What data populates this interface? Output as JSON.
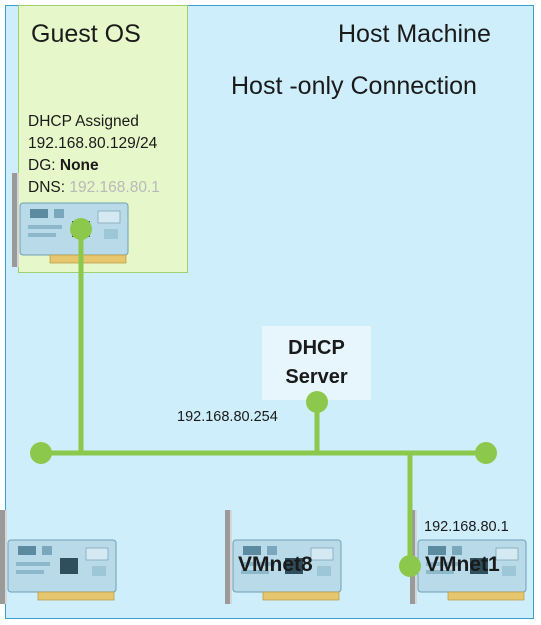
{
  "guest": {
    "title": "Guest OS",
    "ip_mode": "DHCP Assigned",
    "ip": "192.168.80.129/24",
    "dg_label": "DG:",
    "dg_value": "None",
    "dns_label": "DNS:",
    "dns_value": "192.168.80.1"
  },
  "host": {
    "title": "Host Machine",
    "connection": "Host -only Connection"
  },
  "dhcp": {
    "label": "DHCP Server",
    "ip": "192.168.80.254"
  },
  "adapters": {
    "vmnet8": "VMnet8",
    "vmnet1": "VMnet1",
    "vmnet1_ip": "192.168.80.1"
  },
  "colors": {
    "link": "#8cc84b",
    "host_bg": "#cdeefa",
    "guest_bg": "#e6f7c9"
  }
}
